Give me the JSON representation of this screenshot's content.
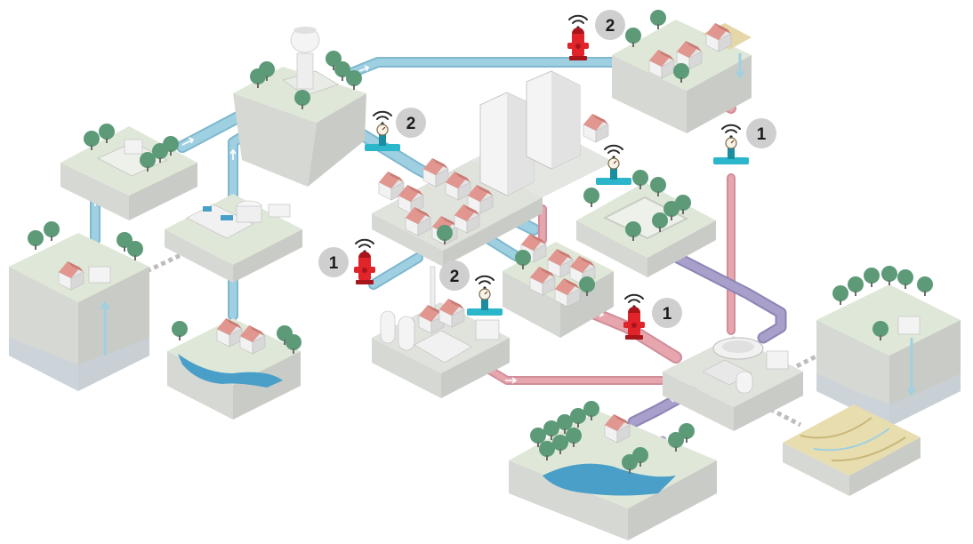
{
  "colors": {
    "clean_pipe": "#9fd0e2",
    "clean_pipe_edge": "#7fb8cf",
    "waste_pipe": "#e7a5ae",
    "waste_pipe_edge": "#cf8e99",
    "storm_pipe": "#a99fcb",
    "storm_pipe_edge": "#8e84b5",
    "hydrant": "#e0242a",
    "hydrant_dark": "#a8151a",
    "meter": "#2bb6cc",
    "meter_dark": "#1a8da0",
    "badge": "#cfcfcf",
    "tile_top": "#dfe8d8",
    "tile_side": "#d6d8d3",
    "tile_front": "#c9cbc6",
    "tree": "#5c9a78",
    "water": "#4a9fc8"
  },
  "sensors": [
    {
      "name": "hydrant-sensor-top",
      "kind": "hydrant",
      "count": "2",
      "icon": "wifi-icon"
    },
    {
      "name": "meter-sensor-center",
      "kind": "meter",
      "count": "2",
      "icon": "wifi-icon"
    },
    {
      "name": "meter-sensor-right",
      "kind": "meter",
      "count": "1",
      "icon": "wifi-icon"
    },
    {
      "name": "hydrant-sensor-left",
      "kind": "hydrant",
      "count": "1",
      "icon": "wifi-icon"
    },
    {
      "name": "meter-sensor-lower",
      "kind": "meter",
      "count": "2",
      "icon": "wifi-icon"
    },
    {
      "name": "hydrant-sensor-right",
      "kind": "hydrant",
      "count": "1",
      "icon": "wifi-icon"
    },
    {
      "name": "meter-sensor-city",
      "kind": "meter",
      "count": "",
      "icon": "wifi-icon"
    }
  ]
}
